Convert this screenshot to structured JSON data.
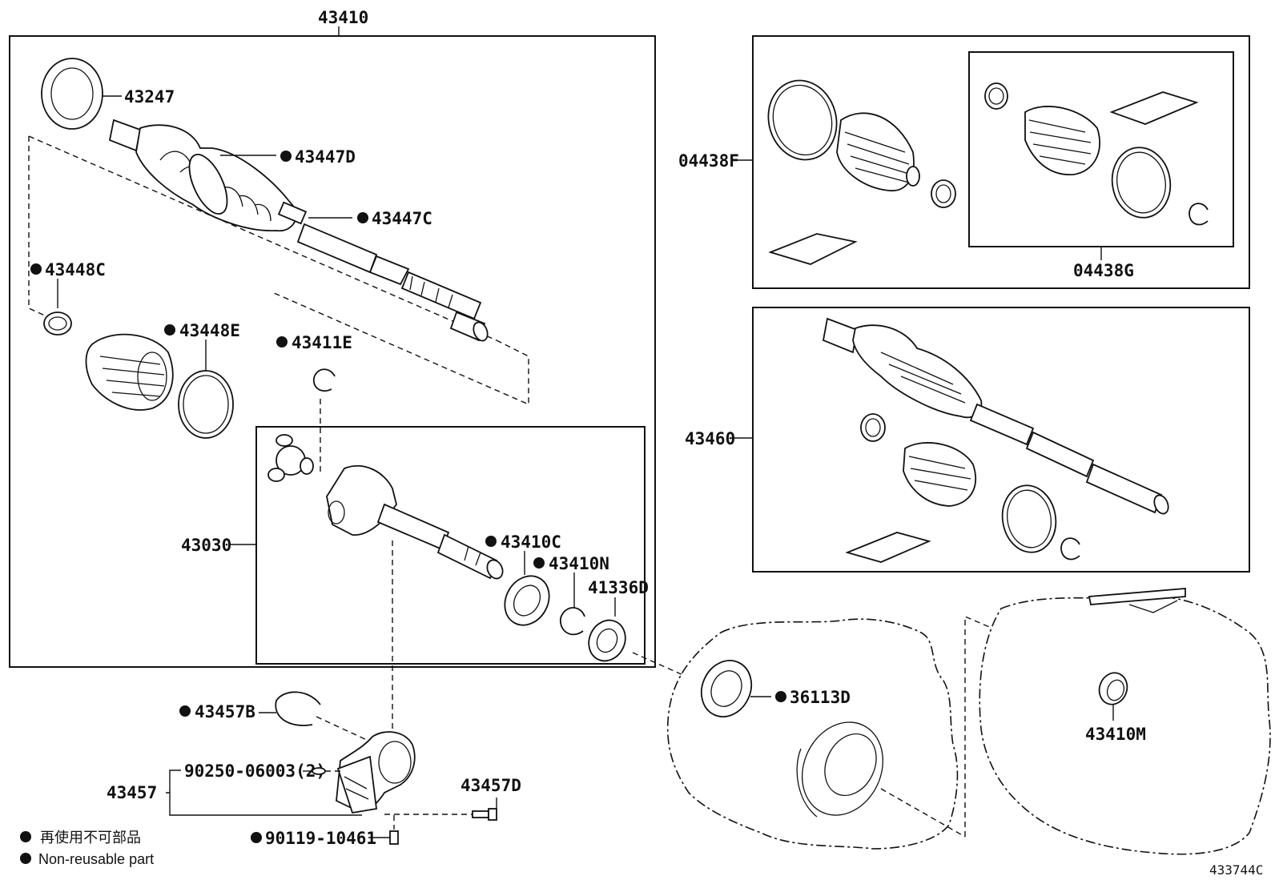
{
  "diagram": {
    "drawing_id": "433744C",
    "assemblies": {
      "drive_shaft_assy": "43410",
      "inboard_joint_assy": "43030",
      "boot_kit_outboard": "04438F",
      "boot_kit_inboard": "04438G",
      "drive_shaft_assy_rhs": "43460",
      "bearing_bracket": "43457"
    },
    "parts": {
      "p43247": "43247",
      "p43447D": "43447D",
      "p43447C": "43447C",
      "p43448C": "43448C",
      "p43448E": "43448E",
      "p43411E": "43411E",
      "p43410C": "43410C",
      "p43410N": "43410N",
      "p41336D": "41336D",
      "p36113D": "36113D",
      "p43410M": "43410M",
      "p43457B": "43457B",
      "p43457D": "43457D",
      "p90250": "90250-06003(2)",
      "p90119": "90119-10461"
    },
    "legend": {
      "marker": "●",
      "japanese": "再使用不可部品",
      "english": "Non-reusable part"
    }
  }
}
